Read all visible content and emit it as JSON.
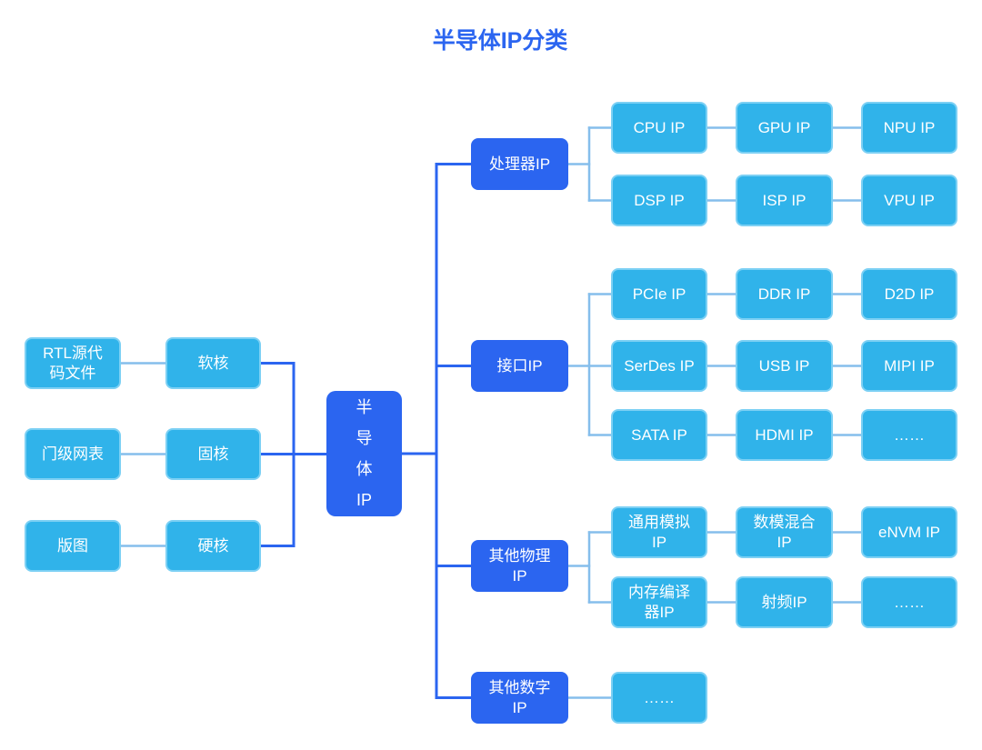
{
  "title": "半导体IP分类",
  "colors": {
    "accent_dark": "#2B65F0",
    "node_light_fill": "#30B3EA",
    "node_light_border": "#7CD0F4",
    "connector_light": "#85BEEC",
    "connector_dark": "#2B65F0",
    "node_text": "#FFFFFF"
  },
  "root": {
    "label": "半\n导\n体\nIP"
  },
  "left_group": {
    "sources": [
      {
        "label": "RTL源代\n码文件"
      },
      {
        "label": "门级网表"
      },
      {
        "label": "版图"
      }
    ],
    "cores": [
      {
        "label": "软核"
      },
      {
        "label": "固核"
      },
      {
        "label": "硬核"
      }
    ]
  },
  "branches": [
    {
      "label": "处理器IP",
      "rows": [
        [
          "CPU IP",
          "GPU IP",
          "NPU IP"
        ],
        [
          "DSP IP",
          "ISP IP",
          "VPU IP"
        ]
      ]
    },
    {
      "label": "接口IP",
      "rows": [
        [
          "PCIe IP",
          "DDR IP",
          "D2D IP"
        ],
        [
          "SerDes IP",
          "USB IP",
          "MIPI IP"
        ],
        [
          "SATA IP",
          "HDMI IP",
          "……"
        ]
      ]
    },
    {
      "label": "其他物理\nIP",
      "rows": [
        [
          "通用模拟\nIP",
          "数模混合\nIP",
          "eNVM IP"
        ],
        [
          "内存编译\n器IP",
          "射频IP",
          "……"
        ]
      ]
    },
    {
      "label": "其他数字\nIP",
      "rows": [
        [
          "……"
        ]
      ]
    }
  ]
}
